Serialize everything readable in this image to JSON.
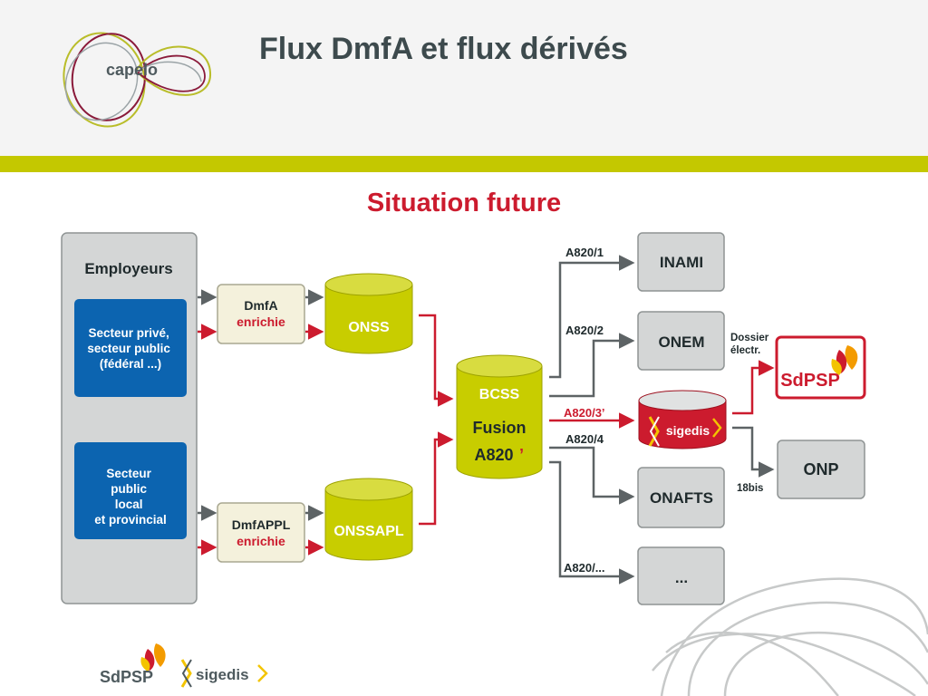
{
  "header": {
    "logo_text": "capelo",
    "title": "Flux DmfA et flux dérivés"
  },
  "subtitle": "Situation future",
  "diagram": {
    "employers": {
      "title": "Employeurs",
      "sector_private": [
        "Secteur privé,",
        "secteur public",
        "(fédéral ...)"
      ],
      "sector_local": [
        "Secteur",
        "public",
        "local",
        "et provincial"
      ]
    },
    "dmfa": {
      "line1": "DmfA",
      "line2": "enrichie"
    },
    "dmfappl": {
      "line1": "DmfAPPL",
      "line2": "enrichie"
    },
    "onss": "ONSS",
    "onssapl": "ONSSAPL",
    "bcss": {
      "line1": "BCSS",
      "line2": "Fusion",
      "line3": "A820",
      "accent": "’"
    },
    "flows": {
      "a820_1": "A820/1",
      "a820_2": "A820/2",
      "a820_3": "A820/3’",
      "a820_4": "A820/4",
      "a820_etc": "A820/..."
    },
    "targets": {
      "inami": "INAMI",
      "onem": "ONEM",
      "onafts": "ONAFTS",
      "etc": "...",
      "onp": "ONP",
      "sdpsp": "SdPSP"
    },
    "sigedis": "sigedis",
    "dossier": [
      "Dossier",
      "électr."
    ],
    "bis18": "18bis"
  },
  "footer": {
    "sdpsp_logo": "SdPSP",
    "sigedis_logo": "sigedis"
  },
  "colors": {
    "accent_red": "#cc1b2e",
    "header_green": "#c4c800",
    "cylinder_yellow": "#c8cd00",
    "sector_blue": "#0c64b0",
    "box_grey": "#d4d6d6",
    "arrow_grey": "#5d6365"
  }
}
